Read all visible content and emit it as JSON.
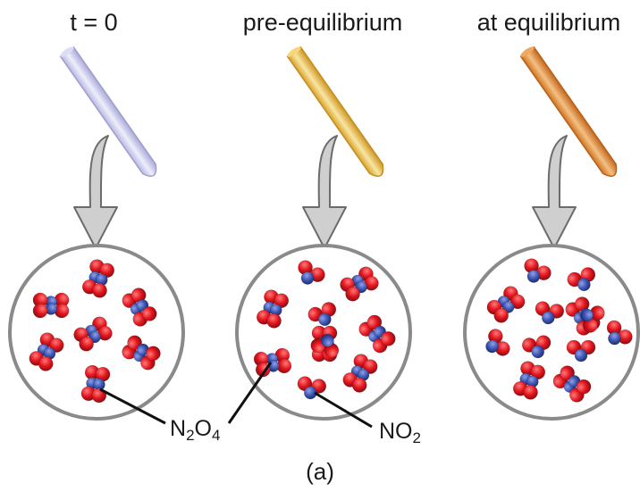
{
  "stages": [
    {
      "title": "t = 0",
      "tube_color": "#c8c8ec",
      "tube_highlight": "#eeeefb",
      "n2o4_count": 7,
      "no2_count": 0
    },
    {
      "title": "pre-equilibrium",
      "tube_color": "#e8b63a",
      "tube_highlight": "#f8e6a4",
      "n2o4_count": 6,
      "no2_count": 4
    },
    {
      "title": "at equilibrium",
      "tube_color": "#de8a2e",
      "tube_highlight": "#f4c084",
      "n2o4_count": 4,
      "no2_count": 8
    }
  ],
  "labels": {
    "n2o4": {
      "main": "N",
      "sub1": "2",
      "mid": "O",
      "sub2": "4"
    },
    "no2": {
      "main": "NO",
      "sub": "2"
    }
  },
  "caption": "(a)",
  "colors": {
    "oxygen": "#e3161f",
    "nitrogen": "#3f58b6",
    "circle_stroke": "#8a8a8a",
    "arrow_fill": "#cfcfcf",
    "arrow_stroke": "#6b6b6b",
    "leader": "#111111"
  }
}
